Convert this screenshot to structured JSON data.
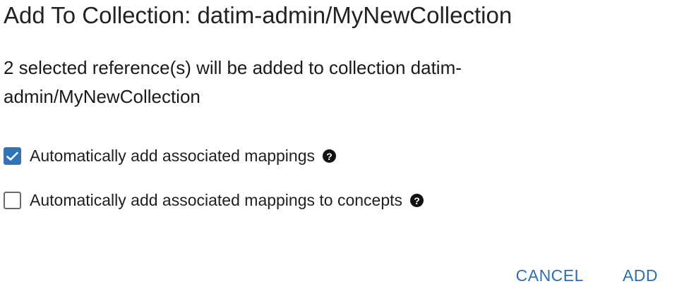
{
  "dialog": {
    "title": "Add To Collection: datim-admin/MyNewCollection",
    "description": "2 selected reference(s) will be added to collection datim-admin/MyNewCollection",
    "options": [
      {
        "label": "Automatically add associated mappings",
        "checked": true,
        "help_icon": "question-circle-icon"
      },
      {
        "label": "Automatically add associated mappings to concepts",
        "checked": false,
        "help_icon": "question-circle-icon"
      }
    ],
    "actions": {
      "cancel_label": "CANCEL",
      "add_label": "ADD"
    },
    "colors": {
      "accent": "#2f73b8",
      "button_text": "#2c6fb0"
    }
  }
}
